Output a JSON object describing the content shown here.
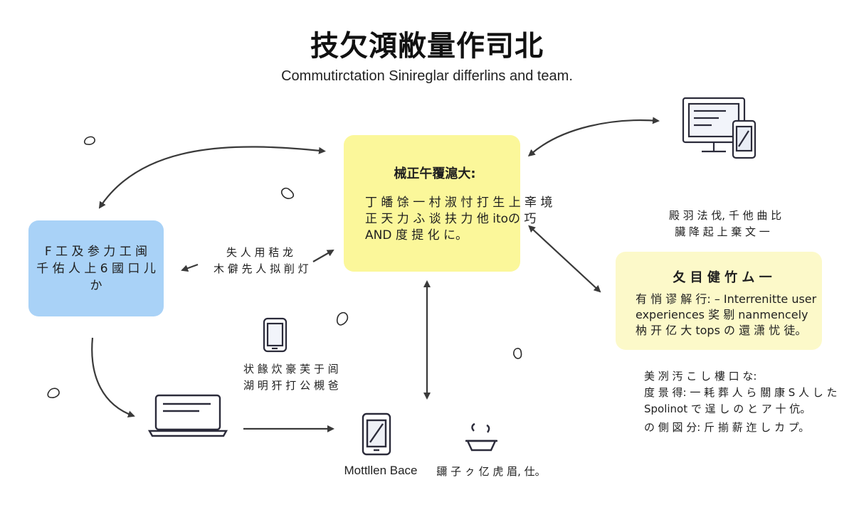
{
  "title": "技欠澒敝量作司北",
  "subtitle": "Commutirctation Sinireglar differlins and team.",
  "box_left": {
    "lines": [
      "F 工 及 参 力 工 闽",
      "千 佑 人 上 6 國 口 儿 か"
    ]
  },
  "box_center": {
    "heading": "械正午覆滬大:",
    "lines": [
      "丁 皤 馀 一 村 淑 忖 打 生 上 㪯 境",
      "正 天 力 ふ 谈 扶 力 他 itoの 巧",
      "AND 度 提 化 に。"
    ]
  },
  "box_right": {
    "heading": "夂 目 健 竹 ム 一",
    "lines": [
      "有 悄 谬 解 行: – Interrenitte user",
      "experiences 奖 剔 nanmencely",
      "枘 开 亿 大 tops の 還 潇 忧 徒。"
    ]
  },
  "note_left": [
    "失 人 用 秸 龙",
    "木 僻 先 人 拟 削 灯"
  ],
  "note_phone": [
    "状 餯 炊 豪 芙 于 闾",
    "湖 明 犴 打 公 槻 爸"
  ],
  "note_top_right": [
    "殿 羽 法 伐, 千 他 曲 比",
    "臟 降 起 上 棄 文 一"
  ],
  "note_bottom_right": [
    "美 冽 汚 こ し 樓 口 な:",
    "度 景 得: 一 耗 葬 人 ら 關 康 S 人 し た",
    "Spolinot で 逞 し の と ア 十 伉。"
  ],
  "note_bottom_right2": "の 側 図 分: 斤 揃 薪 迮 し カ プ。",
  "label_mobile": "Mottllen Bace",
  "label_bowl": "镾 子 ㇰ 亿 虎 眉, 仕。",
  "colors": {
    "box_left": "#a9d2f7",
    "box_center": "#fbf79a",
    "box_right": "#fcf9c9",
    "arrows": "#3a3a3a"
  },
  "icons": [
    "monitor-phone-icon",
    "smartphone-icon",
    "laptop-icon",
    "mobile-phone-icon",
    "bowl-icon",
    "blob-icon"
  ]
}
